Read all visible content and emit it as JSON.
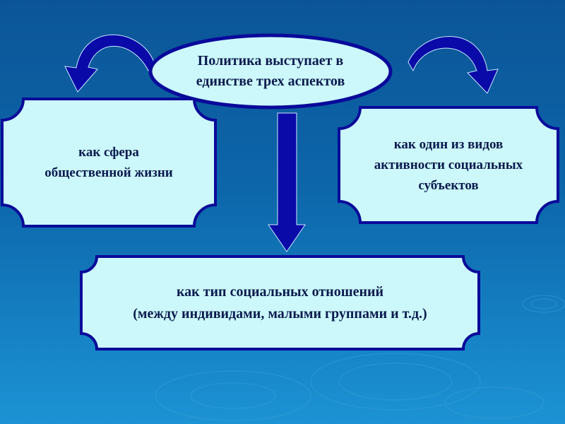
{
  "title": {
    "line1": "Политика выступает в",
    "line2": "единстве трех аспектов"
  },
  "aspects": [
    {
      "line1": "как сфера",
      "line2": "общественной жизни"
    },
    {
      "line1": "как один из видов",
      "line2": "активности социальных",
      "line3": "субъектов"
    },
    {
      "line1": "как тип социальных отношений",
      "line2": "(между индивидами, малыми группами и т.д.)"
    }
  ],
  "colors": {
    "box_fill": "#ccf8fb",
    "border": "#0a0a9a",
    "text": "#0a1a4e",
    "arrow": "#0a0aa0"
  }
}
